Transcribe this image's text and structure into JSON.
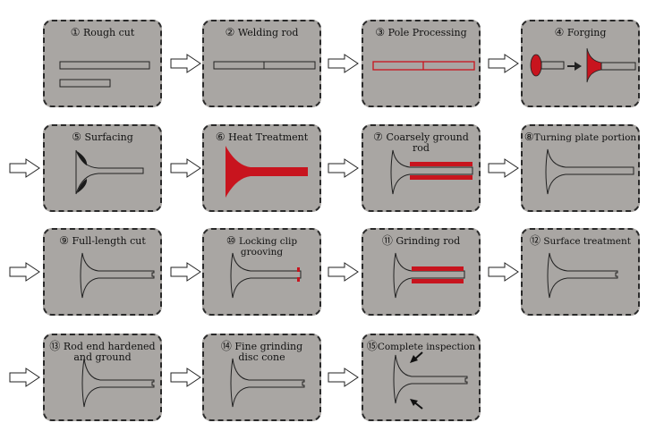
{
  "colors": {
    "box_fill": "#a9a6a3",
    "box_border": "#2a2a2a",
    "highlight": "#c8141e",
    "arrow_fill": "#ffffff"
  },
  "steps": [
    {
      "num": "①",
      "label": "Rough cut"
    },
    {
      "num": "②",
      "label": "Welding rod"
    },
    {
      "num": "③",
      "label": "Pole Processing"
    },
    {
      "num": "④",
      "label": "Forging"
    },
    {
      "num": "⑤",
      "label": "Surfacing"
    },
    {
      "num": "⑥",
      "label": "Heat Treatment"
    },
    {
      "num": "⑦",
      "label": "Coarsely ground rod"
    },
    {
      "num": "⑧",
      "label": "Turning plate portion"
    },
    {
      "num": "⑨",
      "label": "Full-length cut"
    },
    {
      "num": "⑩",
      "label": "Locking clip grooving"
    },
    {
      "num": "⑪",
      "label": "Grinding rod"
    },
    {
      "num": "⑫",
      "label": "Surface treatment"
    },
    {
      "num": "⑬",
      "label": "Rod end hardened\nand ground"
    },
    {
      "num": "⑭",
      "label": "Fine grinding\ndisc cone"
    },
    {
      "num": "⑮",
      "label": "Complete inspection"
    }
  ]
}
